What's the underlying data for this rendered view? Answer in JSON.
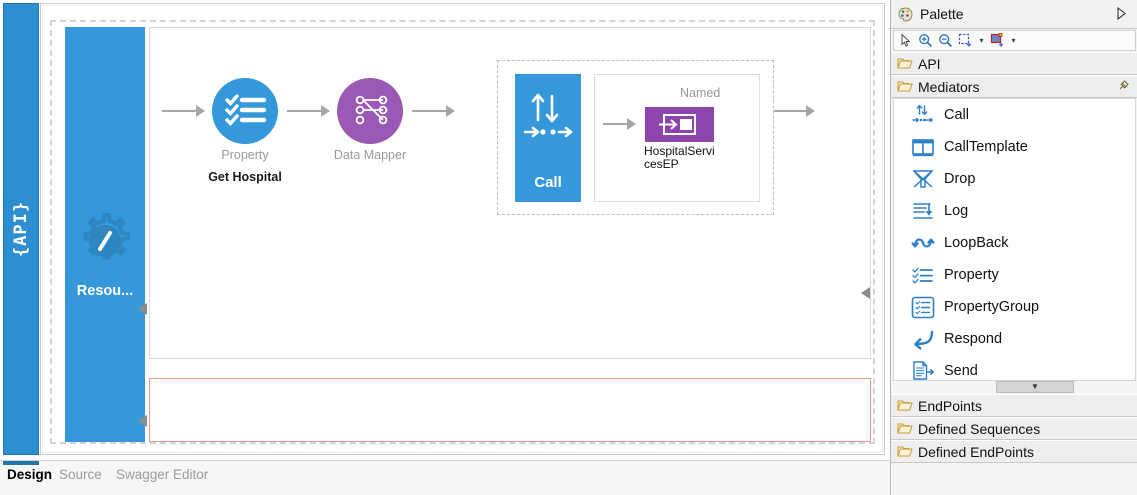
{
  "editor": {
    "api_strip_label": "{API}",
    "resource": {
      "label": "Resou...",
      "icon": "resource-gear-icon"
    },
    "nodes": [
      {
        "type": "Property",
        "name": "Get Hospital",
        "icon": "property-icon"
      },
      {
        "type": "Data Mapper",
        "name": "",
        "icon": "datamapper-icon"
      }
    ],
    "call": {
      "label": "Call",
      "icon": "call-icon",
      "endpoint": {
        "type": "Named",
        "name": "HospitalServicesEP",
        "icon": "named-endpoint-icon"
      }
    }
  },
  "tabs": [
    {
      "label": "Design",
      "active": true
    },
    {
      "label": "Source",
      "active": false
    },
    {
      "label": "Swagger Editor",
      "active": false
    }
  ],
  "palette": {
    "title": "Palette",
    "expand_icon": "expand-arrow-icon",
    "toolbar": [
      {
        "name": "select-tool-icon",
        "caret": false
      },
      {
        "name": "zoom-in-icon",
        "caret": false
      },
      {
        "name": "zoom-out-icon",
        "caret": false
      },
      {
        "name": "marquee-select-icon",
        "caret": true
      },
      {
        "name": "create-element-icon",
        "caret": true
      }
    ],
    "groups": [
      {
        "label": "API",
        "expanded": false,
        "pinned": false
      },
      {
        "label": "Mediators",
        "expanded": true,
        "pinned": true
      },
      {
        "label": "EndPoints",
        "expanded": false,
        "pinned": false
      },
      {
        "label": "Defined Sequences",
        "expanded": false,
        "pinned": false
      },
      {
        "label": "Defined EndPoints",
        "expanded": false,
        "pinned": false
      }
    ],
    "mediators": [
      {
        "label": "Call",
        "icon": "call-mediator-icon"
      },
      {
        "label": "CallTemplate",
        "icon": "calltemplate-icon"
      },
      {
        "label": "Drop",
        "icon": "drop-icon"
      },
      {
        "label": "Log",
        "icon": "log-icon"
      },
      {
        "label": "LoopBack",
        "icon": "loopback-icon"
      },
      {
        "label": "Property",
        "icon": "property-mediator-icon"
      },
      {
        "label": "PropertyGroup",
        "icon": "propertygroup-icon"
      },
      {
        "label": "Respond",
        "icon": "respond-icon"
      },
      {
        "label": "Send",
        "icon": "send-icon"
      }
    ],
    "scroll_down_icon": "scroll-down-icon"
  },
  "colors": {
    "accent_blue": "#3498db",
    "api_strip": "#2d8fd0",
    "purple": "#9b59b6",
    "endpoint_purple": "#8e44ad",
    "fault_border": "#e8998c",
    "connector": "#a6a6a6"
  }
}
